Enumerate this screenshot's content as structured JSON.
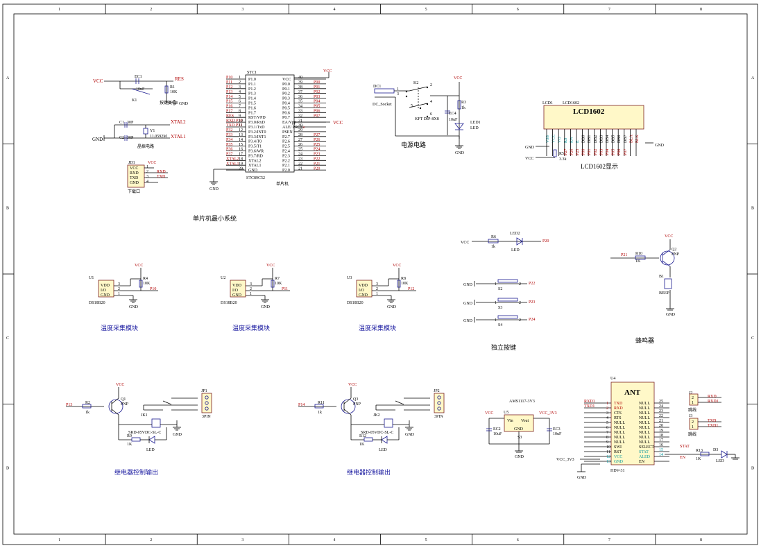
{
  "frame": {
    "col_labels": [
      "1",
      "2",
      "3",
      "4",
      "5",
      "6",
      "7",
      "8"
    ],
    "row_labels": [
      "A",
      "B",
      "C",
      "D"
    ]
  },
  "mcu": {
    "ref": "STC1",
    "part": "STC89C52",
    "caption": "单片机",
    "left_nets": [
      "P10",
      "P11",
      "P12",
      "P13",
      "P14",
      "P15",
      "P16",
      "P17",
      "RES",
      "RXD P30",
      "TXD P31",
      "P32",
      "P33",
      "P34",
      "P35",
      "P36",
      "P37",
      "XTAL2",
      "XTAL1",
      ""
    ],
    "left_pins": [
      "1",
      "2",
      "3",
      "4",
      "5",
      "6",
      "7",
      "8",
      "9",
      "10",
      "11",
      "12",
      "13",
      "14",
      "15",
      "16",
      "17",
      "18",
      "19",
      "20"
    ],
    "left_names": [
      "P1.0",
      "P1.1",
      "P1.2",
      "P1.3",
      "P1.4",
      "P1.5",
      "P1.6",
      "P1.7",
      "RST/VPD",
      "P3.0/RxD",
      "P3.1/TxD",
      "P3.2/INT0",
      "P3.3/INT1",
      "P3.4/T0",
      "P3.5/T1",
      "P3.6/WR",
      "P3.7/RD",
      "XTAL2",
      "XTAL1",
      "GND"
    ],
    "right_names": [
      "VCC",
      "P0.0",
      "P0.1",
      "P0.2",
      "P0.3",
      "P0.4",
      "P0.5",
      "P0.6",
      "P0.7",
      "EA/Vpp",
      "ALE/ PROG",
      "PSEN",
      "P2.7",
      "P2.6",
      "P2.5",
      "P2.4",
      "P2.3",
      "P2.2",
      "P2.1",
      "P2.0"
    ],
    "right_pins": [
      "40",
      "39",
      "38",
      "37",
      "36",
      "35",
      "34",
      "33",
      "32",
      "31",
      "30",
      "29",
      "28",
      "27",
      "26",
      "25",
      "24",
      "23",
      "22",
      "21"
    ],
    "right_nets": [
      "",
      "P00",
      "P01",
      "P02",
      "P03",
      "P04",
      "P05",
      "P06",
      "P07",
      "",
      "",
      "",
      "P27",
      "P26",
      "P25",
      "P24",
      "P23",
      "P22",
      "P21",
      "P20"
    ]
  },
  "labels": {
    "vcc": "VCC",
    "gnd": "GND",
    "res": "RES",
    "ec1": "EC1",
    "ec1_val": "10uF",
    "r1": "R1",
    "r1_val": "10K",
    "k1": "K1",
    "reset_caption": "按键复位",
    "c1": "C1",
    "c1_val": "30P",
    "c2": "C2",
    "c2_val": "30P",
    "y1": "Y1",
    "y1_val": "11.0592M",
    "xtal2": "XTAL2",
    "xtal1": "XTAL1",
    "osc_caption": "晶振电路",
    "jd1": "JD1",
    "jd1_pins": [
      "VCC",
      "RXD",
      "TXD",
      "GND"
    ],
    "jd1_nums": [
      "1",
      "2",
      "3",
      "4"
    ],
    "rxd": "RXD",
    "txd": "TXD",
    "download": "下载口",
    "min_system": "单片机最小系统",
    "dc1": "DC1",
    "dc_socket": "DC_Socket",
    "k2": "K2",
    "k2_pins": [
      "1",
      "2",
      "3",
      "4",
      "5",
      "6"
    ],
    "k2_part": "KFT DIP-8X8",
    "ec4": "EC4",
    "ec4_val": "10uF",
    "r3": "R3",
    "r3_val": "1k",
    "led1": "LED1",
    "led": "LED",
    "power_caption": "电源电路",
    "lcd_ref": "LCD1",
    "lcd_part": "LCD1602",
    "lcd_title": "LCD1602",
    "lcd_pins": [
      "VSS",
      "VCC",
      "VO",
      "RS",
      "RW",
      "E",
      "DB0",
      "DB1",
      "DB2",
      "DB3",
      "DB4",
      "DB5",
      "DB6",
      "DB7",
      "BLA",
      "BLK"
    ],
    "lcd_nets": [
      "",
      "",
      "",
      "P27",
      "P26",
      "P25",
      "P00",
      "P01",
      "P02",
      "P03",
      "P04",
      "P05",
      "P06",
      "P07",
      "",
      ""
    ],
    "r5": "R5",
    "r5_val": "3.3k",
    "lcd_caption": "LCD1602显示",
    "r6": "R6",
    "r6_val": "1k",
    "led2": "LED2",
    "p20": "P20",
    "p21": "P21",
    "r10": "R10",
    "r10_val": "1K",
    "q2": "Q2",
    "pnp": "PNP",
    "b1": "B1",
    "beep": "BEEP",
    "buzzer_caption": "蜂鸣器",
    "s2": "S2",
    "s3": "S3",
    "s4": "S4",
    "p22": "P22",
    "p23": "P23",
    "p24": "P24",
    "keys_caption": "独立按键",
    "u1": "U1",
    "u2": "U2",
    "u3": "U3",
    "ds_pins": [
      "VDD",
      "I/O",
      "GND"
    ],
    "ds_nums": [
      "3",
      "2",
      "1"
    ],
    "ds_part": "DS18B20",
    "r4": "R4",
    "r7": "R7",
    "r8": "R8",
    "r10k": "10K",
    "p10": "P10",
    "p11": "P11",
    "p12": "P12",
    "temp_caption": "温度采集模块",
    "p13": "P13",
    "p14": "P14",
    "r2": "R2",
    "r11": "R11",
    "r_1k": "1k",
    "q1": "Q1",
    "q3": "Q3",
    "jk1": "JK1",
    "jk2": "JK2",
    "relay_part": "SRD-05VDC-SL-C",
    "r9": "R9",
    "r12": "R12",
    "r_1K": "1K",
    "jp1": "JP1",
    "jp2": "JP2",
    "pin3": "3PIN",
    "relay_caption": "继电器控制输出",
    "u5": "U5",
    "ams": "AMS1117-3V3",
    "vin": "Vin",
    "vout": "Vout",
    "ec2": "EC2",
    "ec3": "EC3",
    "s3v": "S3",
    "vcc33": "VCC_3V3",
    "u4": "U4",
    "ant": "ANT",
    "esp_part": "HDV-31",
    "esp_left_nets": [
      "RXD1",
      "TXD1",
      "",
      "",
      "",
      "",
      "",
      "",
      "",
      "",
      "",
      "",
      ""
    ],
    "esp_left_nums": [
      "1",
      "2",
      "3",
      "4",
      "5",
      "6",
      "7",
      "8",
      "9",
      "10",
      "11",
      "12",
      "13"
    ],
    "esp_left_names": [
      "TXD",
      "RXD",
      "CTS",
      "RTS",
      "NULL",
      "NULL",
      "NULL",
      "NULL",
      "NULL",
      "SWI",
      "RST",
      "VCC",
      "GND"
    ],
    "esp_right_names": [
      "NULL",
      "NULL",
      "NULL",
      "NULL",
      "NULL",
      "NULL",
      "NULL",
      "NULL",
      "NULL",
      "SELECT",
      "STAT",
      "ALED",
      "EN"
    ],
    "esp_right_nums": [
      "25",
      "24",
      "23",
      "22",
      "21",
      "20",
      "19",
      "18",
      "17",
      "16",
      "15",
      "14",
      ""
    ],
    "stat": "STAT",
    "en": "EN",
    "r13": "R13",
    "r13_val": "1K",
    "d3": "D3",
    "j2": "J2",
    "j3": "J3",
    "jumper": "跳线",
    "j_nums": [
      "2",
      "1"
    ]
  }
}
